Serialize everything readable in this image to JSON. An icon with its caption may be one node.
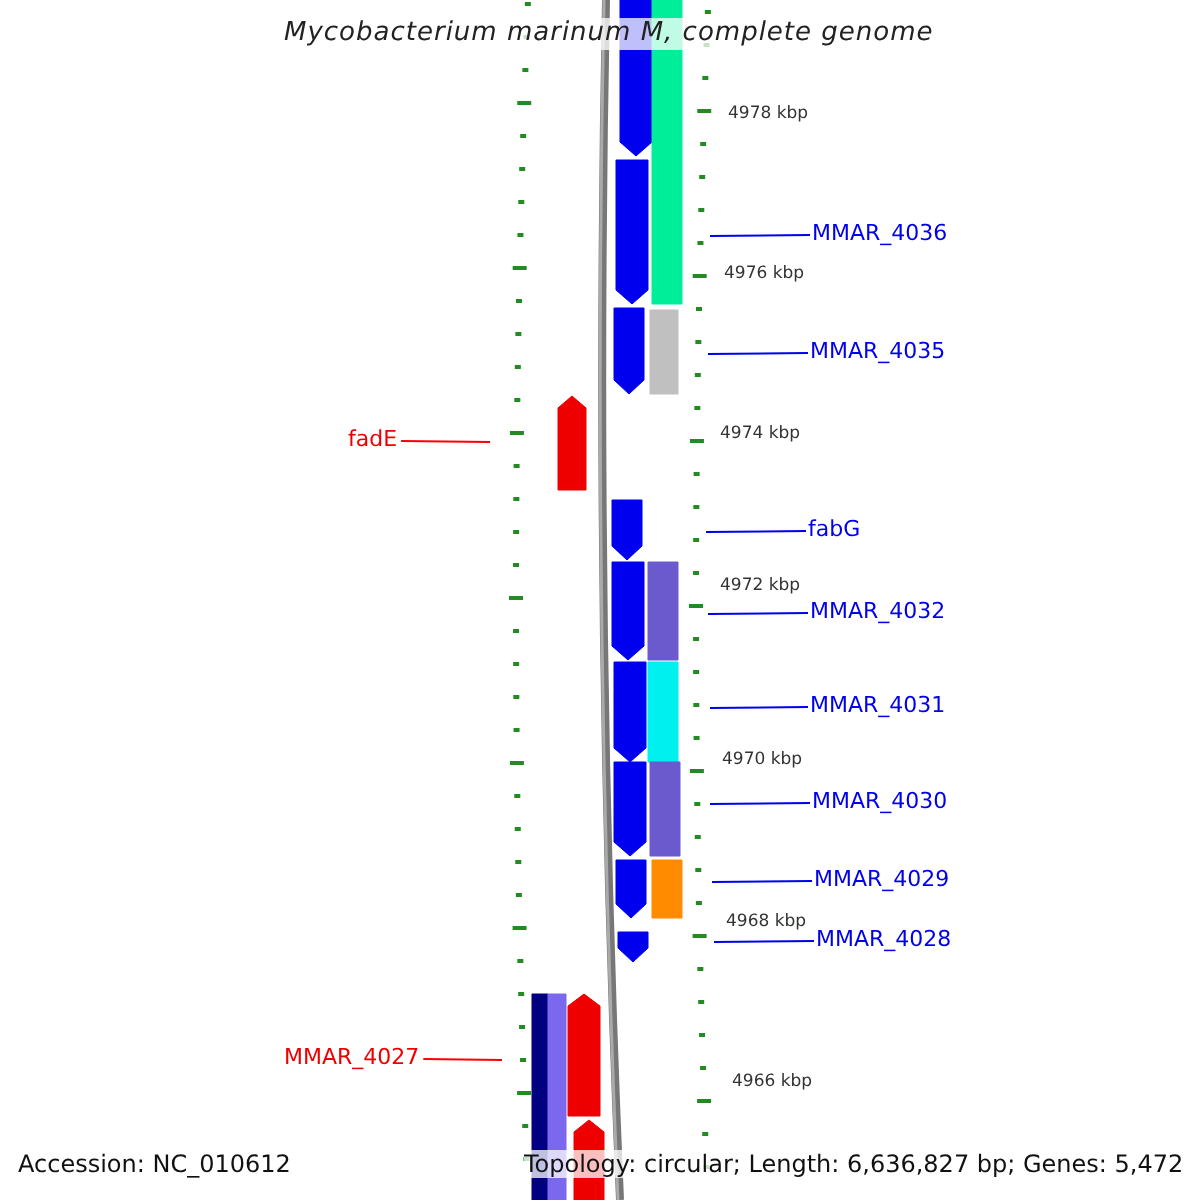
{
  "diagram": {
    "title": "Mycobacterium marinum M, complete genome",
    "nodes": [
      {
        "text": [
          "MMAR_4036"
        ]
      },
      {
        "text": [
          "MMAR_4035"
        ]
      },
      {
        "text": [
          "fadE"
        ]
      },
      {
        "text": [
          "fabG"
        ]
      },
      {
        "text": [
          "MMAR_4032"
        ]
      },
      {
        "text": [
          "MMAR_4031"
        ]
      },
      {
        "text": [
          "MMAR_4030"
        ]
      },
      {
        "text": [
          "MMAR_4029"
        ]
      },
      {
        "text": [
          "MMAR_4028"
        ]
      },
      {
        "text": [
          "MMAR_4027"
        ]
      }
    ],
    "edges": [
      {
        "from": 0,
        "to": null,
        "arrow": "none"
      },
      {
        "from": 1,
        "to": null,
        "arrow": "none"
      },
      {
        "from": 2,
        "to": null,
        "arrow": "none",
        "color": "#ff0000"
      },
      {
        "from": 3,
        "to": null,
        "arrow": "none"
      },
      {
        "from": 4,
        "to": null,
        "arrow": "none"
      },
      {
        "from": 5,
        "to": null,
        "arrow": "none"
      },
      {
        "from": 6,
        "to": null,
        "arrow": "none"
      },
      {
        "from": 7,
        "to": null,
        "arrow": "none"
      },
      {
        "from": 8,
        "to": null,
        "arrow": "none"
      },
      {
        "from": 9,
        "to": null,
        "arrow": "none",
        "color": "#ff0000"
      }
    ],
    "labels": [
      "4978 kbp",
      "4976 kbp",
      "4974 kbp",
      "4972 kbp",
      "4970 kbp",
      "4968 kbp",
      "4966 kbp",
      "Accession: NC_010612",
      "Topology: circular; Length: 6,636,827 bp; Genes: 5,472"
    ]
  }
}
